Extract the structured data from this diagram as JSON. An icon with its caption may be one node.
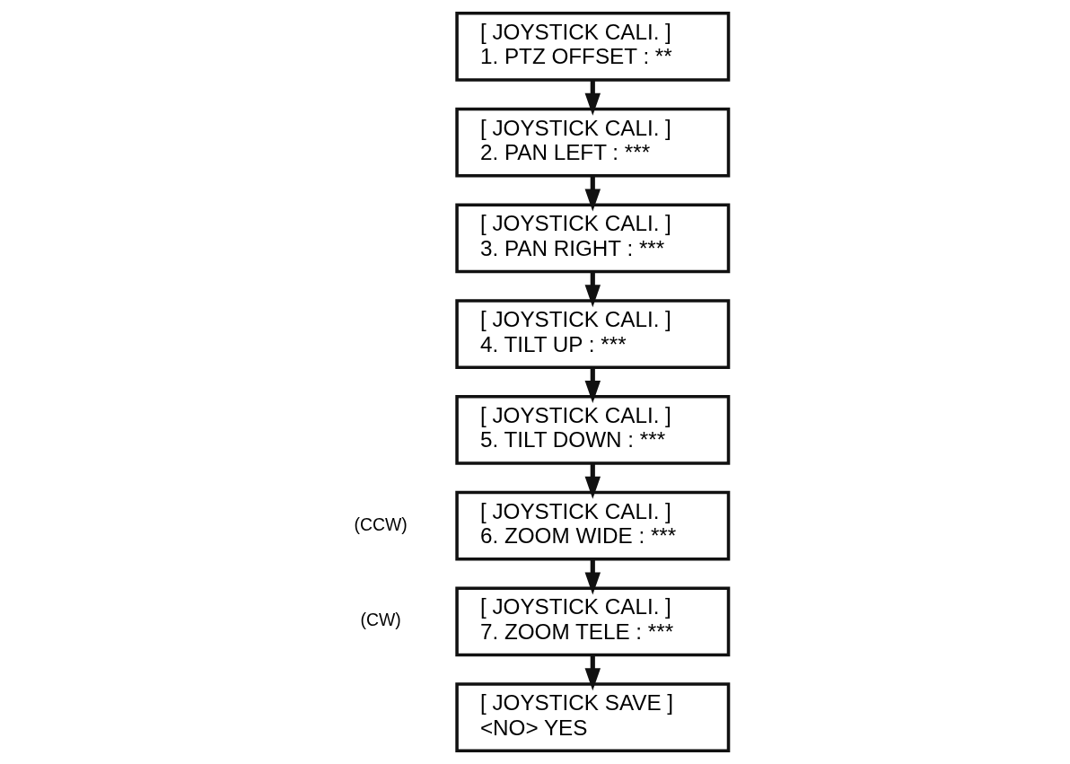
{
  "diagram": {
    "nodes": [
      {
        "text": [
          "[ JOYSTICK CALI. ]",
          "1. PTZ OFFSET : **"
        ]
      },
      {
        "text": [
          "[ JOYSTICK CALI. ]",
          "2. PAN LEFT : ***"
        ]
      },
      {
        "text": [
          "[ JOYSTICK CALI. ]",
          "3. PAN RIGHT : ***"
        ]
      },
      {
        "text": [
          "[ JOYSTICK CALI. ]",
          "4. TILT UP : ***"
        ]
      },
      {
        "text": [
          "[ JOYSTICK CALI. ]",
          "5. TILT DOWN : ***"
        ]
      },
      {
        "text": [
          "[ JOYSTICK CALI. ]",
          "6. ZOOM WIDE : ***"
        ],
        "beside": [
          "(CCW)"
        ]
      },
      {
        "text": [
          "[ JOYSTICK CALI. ]",
          "7. ZOOM TELE : ***"
        ],
        "beside": [
          "(CW)"
        ]
      },
      {
        "text": [
          "[ JOYSTICK SAVE ]",
          "<NO> YES"
        ]
      }
    ],
    "edges": [
      {
        "from": 0,
        "to": 1,
        "arrow": "to"
      },
      {
        "from": 1,
        "to": 2,
        "arrow": "to"
      },
      {
        "from": 2,
        "to": 3,
        "arrow": "to"
      },
      {
        "from": 3,
        "to": 4,
        "arrow": "to"
      },
      {
        "from": 4,
        "to": 5,
        "arrow": "to"
      },
      {
        "from": 5,
        "to": 6,
        "arrow": "to"
      },
      {
        "from": 6,
        "to": 7,
        "arrow": "to"
      }
    ]
  }
}
